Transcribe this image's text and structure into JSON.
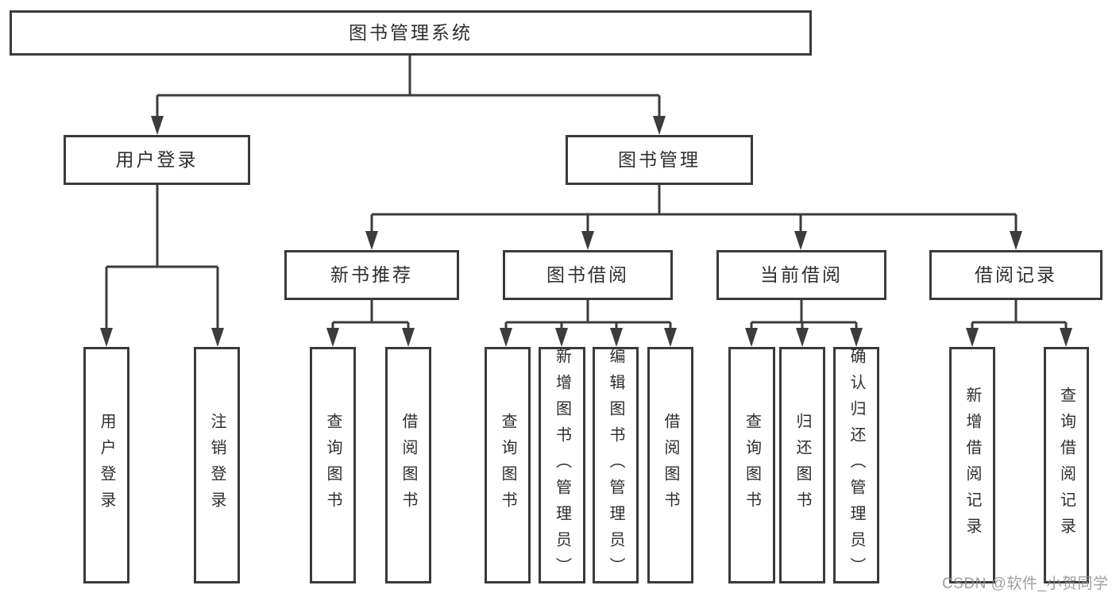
{
  "diagram": {
    "root": {
      "label": "图书管理系统"
    },
    "branches": [
      {
        "label": "用户登录",
        "children": [
          {
            "label": "用户登录"
          },
          {
            "label": "注销登录"
          }
        ]
      },
      {
        "label": "图书管理",
        "children": [
          {
            "label": "新书推荐",
            "children": [
              {
                "label": "查询图书"
              },
              {
                "label": "借阅图书"
              }
            ]
          },
          {
            "label": "图书借阅",
            "children": [
              {
                "label": "查询图书"
              },
              {
                "label": "新增图书（管理员）"
              },
              {
                "label": "编辑图书（管理员）"
              },
              {
                "label": "借阅图书"
              }
            ]
          },
          {
            "label": "当前借阅",
            "children": [
              {
                "label": "查询图书"
              },
              {
                "label": "归还图书"
              },
              {
                "label": "确认归还（管理员）"
              }
            ]
          },
          {
            "label": "借阅记录",
            "children": [
              {
                "label": "新增借阅记录"
              },
              {
                "label": "查询借阅记录"
              }
            ]
          }
        ]
      }
    ]
  },
  "watermark": {
    "text": "CSDN @软件_小贺同学",
    "color": "#8f8f8f"
  },
  "colors": {
    "line": "#3c3c3c",
    "box_border": "#3a3a3a",
    "text": "#2e2e2e",
    "background": "#ffffff"
  }
}
